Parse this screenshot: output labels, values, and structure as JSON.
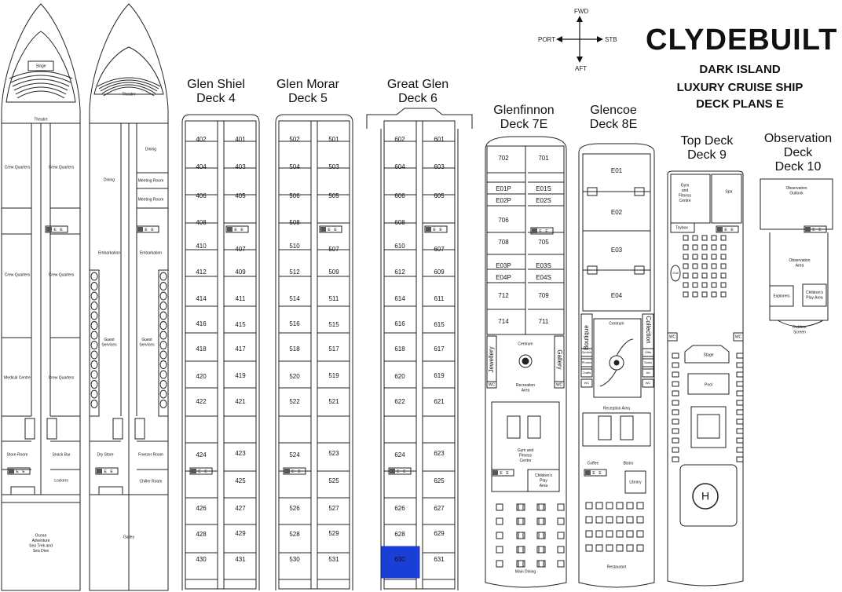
{
  "brand": {
    "name": "CLYDEBUILT",
    "line1": "DARK ISLAND",
    "line2": "LUXURY CRUISE SHIP",
    "line3": "DECK PLANS E"
  },
  "compass": {
    "fwd": "FWD",
    "aft": "AFT",
    "port": "PORT",
    "stb": "STB"
  },
  "decks": [
    {
      "name": "Glen Shiel",
      "label": "Deck 4"
    },
    {
      "name": "Glen Morar",
      "label": "Deck 5"
    },
    {
      "name": "Great Glen",
      "label": "Deck 6"
    },
    {
      "name": "Glenfinnon",
      "label": "Deck 7E"
    },
    {
      "name": "Glencoe",
      "label": "Deck 8E"
    },
    {
      "name": "Top Deck",
      "label": "Deck 9"
    },
    {
      "name": "Observation",
      "label": "Deck",
      "label2": "Deck 10"
    }
  ],
  "cabins": {
    "deck4": {
      "left": [
        "402",
        "404",
        "406",
        "408",
        "410",
        "412",
        "414",
        "416",
        "418",
        "420",
        "422",
        "424",
        "426",
        "428",
        "430"
      ],
      "right": [
        "401",
        "403",
        "405",
        "407",
        "409",
        "411",
        "415",
        "417",
        "419",
        "421",
        "423",
        "425",
        "427",
        "429",
        "431"
      ]
    },
    "deck5": {
      "left": [
        "502",
        "504",
        "506",
        "508",
        "510",
        "512",
        "514",
        "516",
        "518",
        "520",
        "522",
        "524",
        "526",
        "528",
        "530"
      ],
      "right": [
        "501",
        "503",
        "505",
        "507",
        "509",
        "511",
        "515",
        "517",
        "519",
        "521",
        "523",
        "525",
        "527",
        "529",
        "531"
      ]
    },
    "deck6": {
      "left": [
        "602",
        "604",
        "606",
        "608",
        "610",
        "612",
        "614",
        "616",
        "618",
        "620",
        "622",
        "624",
        "626",
        "628",
        "630"
      ],
      "right": [
        "601",
        "603",
        "605",
        "607",
        "609",
        "611",
        "615",
        "617",
        "619",
        "621",
        "623",
        "625",
        "627",
        "629",
        "631"
      ]
    },
    "deck7": {
      "left": [
        "702",
        "E01P",
        "E02P",
        "706",
        "708",
        "E03P",
        "E04P",
        "712",
        "714"
      ],
      "right": [
        "701",
        "E01S",
        "E02S",
        "705",
        "E03S",
        "E04S",
        "709",
        "711"
      ]
    },
    "deck8": [
      "E01",
      "E02",
      "E03",
      "E04"
    ]
  },
  "highlighted_cabin": "630",
  "lower_decks": {
    "stage": "Stage",
    "theatre": "Theatre",
    "crew_quarters": "Crew Quarters",
    "medical_centre": "Medical Centre",
    "store_room": "Store Room",
    "snack_bar": "Snack Bar",
    "lockers": "Lockers",
    "ocean_adventure": [
      "Ocean",
      "Adventure",
      "Sea Trek and",
      "Sea Dive"
    ],
    "dining": "Dining",
    "meeting_room": "Meeting Room",
    "embarkation": "Embarkation",
    "guest_services": [
      "Guest",
      "Services"
    ],
    "dry_store": "Dry Store",
    "freezer_room": "Freezer Room",
    "chiller_room": "Chiller Room",
    "galley": "Galley"
  },
  "deck7_rooms": {
    "centrum": "Centrum",
    "jewellery": "Jewellery",
    "gallery": "Gallery",
    "wc": "WC",
    "recreation": [
      "Recreation",
      "Area"
    ],
    "gym": [
      "Gym and",
      "Fitness",
      "Centre"
    ],
    "childrens": [
      "Children's",
      "Play",
      "Area"
    ],
    "main_dining": "Main Dining"
  },
  "deck8_rooms": {
    "boutique": "Boutique",
    "collection": "Collection",
    "centrum": "Centrum",
    "scotch": "Scotch",
    "photos": "Photos",
    "crafts": "Crafts",
    "gifts": "Gifts",
    "sales": "Sales",
    "art": "Art",
    "wc": "WC",
    "reception": "Reception Area",
    "coffee": "Coffee",
    "bistro": "Bistro",
    "library": "Library",
    "restaurant": "Restaurant"
  },
  "deck9_rooms": {
    "gym": [
      "Gym",
      "and",
      "Fitness",
      "Centre"
    ],
    "spa": "Spa",
    "toybox": "Toybox",
    "golf": "Golf",
    "wc": "WC",
    "stage": "Stage",
    "pool": "Pool",
    "helipad": "H"
  },
  "deck10_rooms": {
    "outlook": [
      "Observation",
      "Outlook"
    ],
    "area": [
      "Observation",
      "Area"
    ],
    "explorers": "Explorers",
    "childrens": [
      "Children's",
      "Play Area"
    ],
    "screen": [
      "Outdoor",
      "Screen"
    ]
  },
  "lift_label": "E"
}
